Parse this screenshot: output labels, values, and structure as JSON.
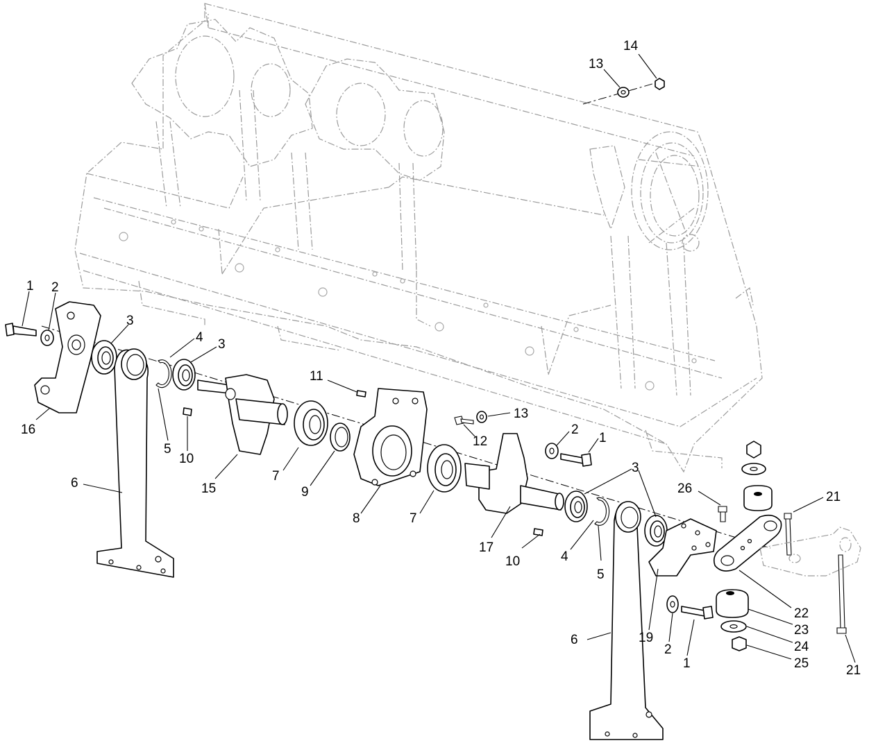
{
  "callouts": {
    "c1a": "1",
    "c2a": "2",
    "c3a": "3",
    "c4a": "4",
    "c3b": "3",
    "c16": "16",
    "c5a": "5",
    "c10a": "10",
    "c15": "15",
    "c6a": "6",
    "c11": "11",
    "c13a": "13",
    "c12": "12",
    "c7a": "7",
    "c9": "9",
    "c8": "8",
    "c7b": "7",
    "c2b": "2",
    "c1b": "1",
    "c3c": "3",
    "c17": "17",
    "c10b": "10",
    "c4b": "4",
    "c5b": "5",
    "c26": "26",
    "c21a": "21",
    "c19": "19",
    "c22": "22",
    "c23": "23",
    "c24": "24",
    "c25": "25",
    "c2c": "2",
    "c1c": "1",
    "c6b": "6",
    "c21b": "21",
    "c13b": "13",
    "c14": "14"
  }
}
